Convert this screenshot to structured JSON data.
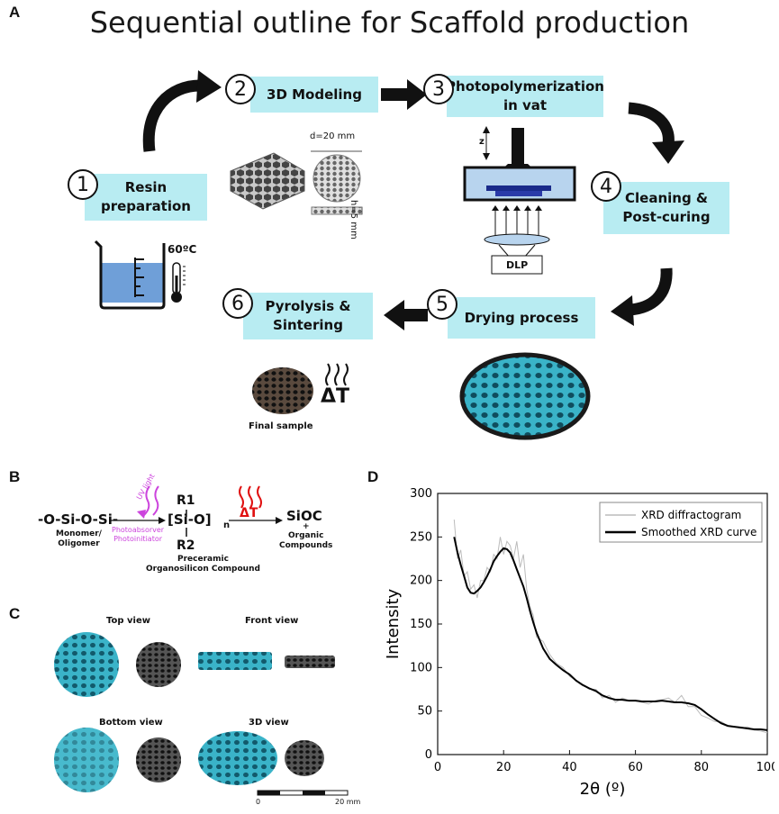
{
  "panel_a": {
    "letter": "A",
    "title": "Sequential outline for Scaffold production",
    "steps": [
      {
        "num": "1",
        "label": "Resin\npreparation"
      },
      {
        "num": "2",
        "label": "3D Modeling"
      },
      {
        "num": "3",
        "label": "Photopolymerization\nin vat"
      },
      {
        "num": "4",
        "label": "Cleaning &\nPost-curing"
      },
      {
        "num": "5",
        "label": "Drying process"
      },
      {
        "num": "6",
        "label": "Pyrolysis &\nSintering"
      }
    ],
    "temperature": "60ºC",
    "dimension_d": "d=20 mm",
    "dimension_h": "h=5 mm",
    "axis_z": "z",
    "dlp": "DLP",
    "final_sample": "Final sample",
    "delta_t": "ΔT"
  },
  "panel_b": {
    "letter": "B",
    "monomer": "-O-Si-O-Si-",
    "monomer_label": "Monomer/\nOligomer",
    "uv_light": "UV light",
    "photo_label": "Photoabsorver\nPhotoinitiator",
    "r1": "R1",
    "r2": "R2",
    "polymer_open": "[Si-O]",
    "polymer_sub": "n",
    "preceramic_label": "Preceramic\nOrganosilicon Compound",
    "delta_t": "ΔT",
    "product": "SiOC",
    "plus": "+",
    "product_label": "Organic\nCompounds"
  },
  "panel_c": {
    "letter": "C",
    "views": [
      "Top view",
      "Front view",
      "Bottom view",
      "3D view"
    ],
    "scale_start": "0",
    "scale_end": "20 mm"
  },
  "panel_d": {
    "letter": "D"
  },
  "colors": {
    "step_box": "#b8ecf2",
    "resin_blue": "#6f9fd8",
    "uv_purple": "#cc44dd",
    "heat_red": "#e01010",
    "scaffold_teal": "#3ab3c8",
    "scaffold_black": "#2a2a2a"
  },
  "chart_data": {
    "type": "line",
    "xlabel": "2θ (º)",
    "ylabel": "Intensity",
    "xlim": [
      0,
      100
    ],
    "ylim": [
      0,
      300
    ],
    "xticks": [
      0,
      20,
      40,
      60,
      80,
      100
    ],
    "yticks": [
      0,
      50,
      100,
      150,
      200,
      250,
      300
    ],
    "legend": "top-right",
    "series": [
      {
        "name": "XRD diffractogram",
        "color": "#bbbbbb",
        "x": [
          5,
          6,
          7,
          8,
          9,
          10,
          11,
          12,
          13,
          14,
          15,
          16,
          17,
          18,
          19,
          20,
          21,
          22,
          23,
          24,
          25,
          26,
          27,
          28,
          29,
          30,
          32,
          34,
          36,
          38,
          40,
          42,
          44,
          46,
          48,
          50,
          52,
          54,
          56,
          58,
          60,
          62,
          64,
          66,
          68,
          70,
          72,
          74,
          76,
          78,
          80,
          82,
          84,
          86,
          88,
          90,
          92,
          94,
          96,
          98,
          100
        ],
        "y": [
          270,
          225,
          235,
          205,
          210,
          190,
          195,
          180,
          200,
          200,
          215,
          210,
          230,
          225,
          250,
          230,
          245,
          240,
          225,
          245,
          215,
          230,
          190,
          170,
          160,
          135,
          130,
          115,
          105,
          100,
          90,
          85,
          80,
          75,
          75,
          65,
          68,
          60,
          65,
          62,
          62,
          60,
          58,
          62,
          63,
          65,
          60,
          68,
          55,
          55,
          45,
          42,
          38,
          38,
          33,
          32,
          30,
          32,
          28,
          27,
          25
        ]
      },
      {
        "name": "Smoothed XRD curve",
        "color": "#000000",
        "x": [
          5,
          6,
          7,
          8,
          9,
          10,
          11,
          12,
          13,
          14,
          15,
          16,
          17,
          18,
          19,
          20,
          21,
          22,
          23,
          24,
          25,
          26,
          27,
          28,
          29,
          30,
          32,
          34,
          36,
          38,
          40,
          42,
          44,
          46,
          48,
          50,
          52,
          54,
          56,
          58,
          60,
          62,
          64,
          66,
          68,
          70,
          72,
          74,
          76,
          78,
          80,
          82,
          84,
          86,
          88,
          90,
          92,
          94,
          96,
          98,
          100
        ],
        "y": [
          250,
          232,
          218,
          205,
          192,
          186,
          185,
          188,
          192,
          198,
          205,
          213,
          222,
          228,
          233,
          237,
          236,
          232,
          223,
          213,
          203,
          193,
          180,
          165,
          152,
          140,
          122,
          110,
          103,
          97,
          92,
          85,
          80,
          76,
          73,
          68,
          65,
          63,
          63,
          62,
          62,
          61,
          61,
          61,
          62,
          61,
          60,
          60,
          59,
          57,
          52,
          46,
          41,
          36,
          33,
          32,
          31,
          30,
          29,
          29,
          28
        ]
      }
    ]
  }
}
